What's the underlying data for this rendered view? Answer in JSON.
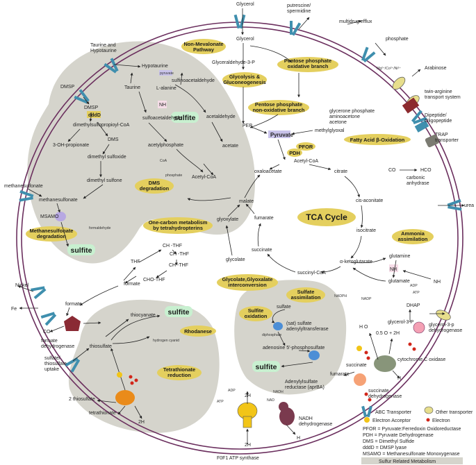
{
  "pathways": {
    "non_mevalonate": [
      "Non-Mevalonate",
      "Pathway"
    ],
    "glycolysis": [
      "Glycolysis &",
      "Gluconeogenesis"
    ],
    "ppp_ox": [
      "Pentose phosphate",
      "oxidative branch"
    ],
    "ppp_nonox": [
      "Pentose phosphate",
      "non-oxidative branch"
    ],
    "fatty_acid": "Fatty Acid β-Oxidation",
    "dms_degradation": [
      "DMS",
      "degradation"
    ],
    "methanesulfonate_degradation": [
      "Methanesulfonate",
      "degradation"
    ],
    "one_carbon": [
      "One-carbon metabolism",
      "by tetrahydropterins"
    ],
    "tca": "TCA Cycle",
    "ammonia": [
      "Ammonia",
      "assimilation"
    ],
    "glycolate": [
      "Glycolate,Glyoxalate",
      "interconversion"
    ],
    "sulfate_assim": [
      "Sulfate",
      "assimilation"
    ],
    "sulfite_oxidation": [
      "Sulfite",
      "oxidation"
    ],
    "rhodanese": "Rhodanese",
    "tetrathionate": [
      "Tetrathionate",
      "reduction"
    ]
  },
  "sulfite_label": "sulfite",
  "metabolites": {
    "glycerol_out": "Glycerol",
    "glycerol_in": "Glycerol",
    "putrescine": [
      "putrescine/",
      "spermidine"
    ],
    "multidrug": "multidrug efflux",
    "phosphate": "phosphate",
    "ions": "Mg²⁺/Co²⁺/Ni²⁺",
    "arabinose": "Arabinose",
    "twin_arg": [
      "twin-arginine",
      "transport system"
    ],
    "dipeptide": [
      "Dipeptide/",
      "Oligopeptide"
    ],
    "trap": [
      "TRAP",
      "transporter"
    ],
    "co2": "CO",
    "hco3": "HCO",
    "carbonic": [
      "carbonic",
      "anhydrase"
    ],
    "urea": "urea",
    "nickel": "Nickel",
    "fe": "Fe",
    "taurine_out": [
      "Taurine and",
      "Hypotaurine"
    ],
    "hypotaurine": "Hypotaurine",
    "pyruvate_small": "pyruvate",
    "taurine": "Taurine",
    "alanine": "L-alanine",
    "sulfinoacetaldehyde": "sulfinoacetaldehyde",
    "nh3_small": "NH",
    "sulfoacetaldehyde": "sulfoacetaldehyde",
    "acetaldehyde": "acetaldehyde",
    "acetylphosphate": "acetylphosphate",
    "acetate": "acetate",
    "coa": "CoA",
    "phosphate_small": "phosphate",
    "acetylcoa_left": "Acetyl-CoA",
    "dmsp_out": "DMSP",
    "dmsp_in": "DMSP",
    "dddd": "dddD",
    "dmspcoa": "dimethylsulfopropioyl-CoA",
    "hydroxypropionate": "3-OH-propionate",
    "dms": "DMS",
    "dmso": "dimethyl sulfoxide",
    "dmso2": "dimethyl sulfone",
    "methanesulfonate_out": "methanesulfonate",
    "methanesulfonate_in": "methanesulfonate",
    "msamo": "MSAMO",
    "formaldehyde": "formaldehyde",
    "glyceraldehyde": "Glyceraldehyde-3-P",
    "glycerone": [
      "glycerone phosphate",
      "aminoacetone",
      "acetone"
    ],
    "methylglyoxal": "methylglyoxal",
    "pep": "PEP",
    "pyruvate": "Pyruvate",
    "pfor": "PFOR",
    "pdh": "PDH",
    "acetylcoa": "Acetyl-CoA",
    "oxaloacetate": "oxaloacetate",
    "citrate": "citrate",
    "cis_aconitate": "cis-aconitate",
    "isocitrate": "isocitrate",
    "akg": "α-ketoglutarate",
    "succinylcoa": "succinyl-CoA",
    "succinate": "succinate",
    "fumarate": "fumarate",
    "malate": "malate",
    "glyoxylate": "glyoxylate",
    "glycolate": "glycolate",
    "glutamine": "glutamine",
    "glutamate": "glutamate",
    "nh4": "NH",
    "nh3_in": "NH",
    "ch3thf": "CH -THF",
    "ch2thf": "CH -THF",
    "chthf": "CH -THF",
    "chothf": "CHO-THF",
    "thf": "THF",
    "formate_left": "formate",
    "formate": "formate",
    "co2_out": "CO",
    "formate_dh": [
      "formate",
      "dehydrogenase"
    ],
    "thiocyanate": "thiocyanate",
    "hcn": "hydrogen cyanid",
    "thiosulfate": "thiosulfate",
    "thiosulfate_uptake": [
      "sulfate/",
      "thiosulfate",
      "uptake"
    ],
    "two_thiosulfate": "2 thiosulfate",
    "tetrathionate": "tetrathionate",
    "sulfate": "sulfate",
    "sulfate_adenylyl": [
      "(sat) sulfate",
      "adenylyltransferase"
    ],
    "diphosphate": "diphosphate",
    "aps": "adenosine 5'-phosphosulfate",
    "aprba": [
      "Adenylylsulfate",
      "reductase (aprBA)"
    ],
    "nadh_dh": [
      "NADH",
      "dehydrogenase"
    ],
    "atp_synthase": "F0F1 ATP synthase",
    "dhap": "DHAP",
    "g3p": "glycerol-3-P",
    "g3pdh": [
      "glycerol-3-p",
      "dehydrogenase"
    ],
    "h2o": "H O",
    "o2": "0.5 O + 2H",
    "cco": "cytochrome C oxidase",
    "succ2": "succinate",
    "fum2": "fumarate",
    "sdh": [
      "succinate",
      "dehydrogenase"
    ],
    "atp": "ATP",
    "adp": "ADP",
    "nad": "NAD",
    "nadh": "NADH",
    "nadph": "NADPH",
    "nadp": "NADP",
    "two_h": "2H",
    "h": "H",
    "ea": "EA"
  },
  "legend": {
    "abc": "ABC Transporter",
    "other": "Other transporter",
    "ea": "Electron Acceptor",
    "electron": "Electron",
    "pfor": "PFOR = Pyruvate:Ferredoxin Oxidoreductase",
    "pdh": "PDH = Pyruvate Dehydrogenase",
    "dms": "DMS = Dimethyl Sulfide",
    "dddd": "dddD = DMSP lyase",
    "msamo": "MSAMO = Methanesulfonate Monoxygenase",
    "footer": "Sulfur Related Metabolism"
  },
  "colors": {
    "membrane": "#6b2f5e",
    "shade": "#d5d4cc",
    "pill": "#e4cf5e",
    "sulfite_bg": "#c8f0d0",
    "pyruvate_bg": "#c9c3ea",
    "abc": "#3f8fae",
    "other": "#e7de8c"
  }
}
